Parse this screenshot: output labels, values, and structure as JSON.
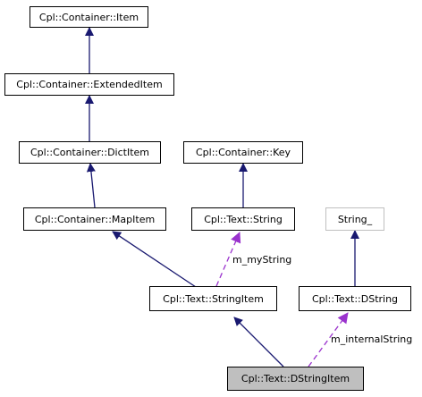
{
  "nodes": {
    "item": "Cpl::Container::Item",
    "extended_item": "Cpl::Container::ExtendedItem",
    "dict_item": "Cpl::Container::DictItem",
    "key": "Cpl::Container::Key",
    "map_item": "Cpl::Container::MapItem",
    "text_string": "Cpl::Text::String",
    "string_underscore": "String_",
    "string_item": "Cpl::Text::StringItem",
    "dstring": "Cpl::Text::DString",
    "dstring_item": "Cpl::Text::DStringItem"
  },
  "edge_labels": {
    "my_string": "m_myString",
    "internal_string": "m_internalString"
  },
  "colors": {
    "inheritance": "#191970",
    "usage": "#9a32cd",
    "focus_fill": "#bfbfbf",
    "external_border": "#c0c0c0"
  }
}
